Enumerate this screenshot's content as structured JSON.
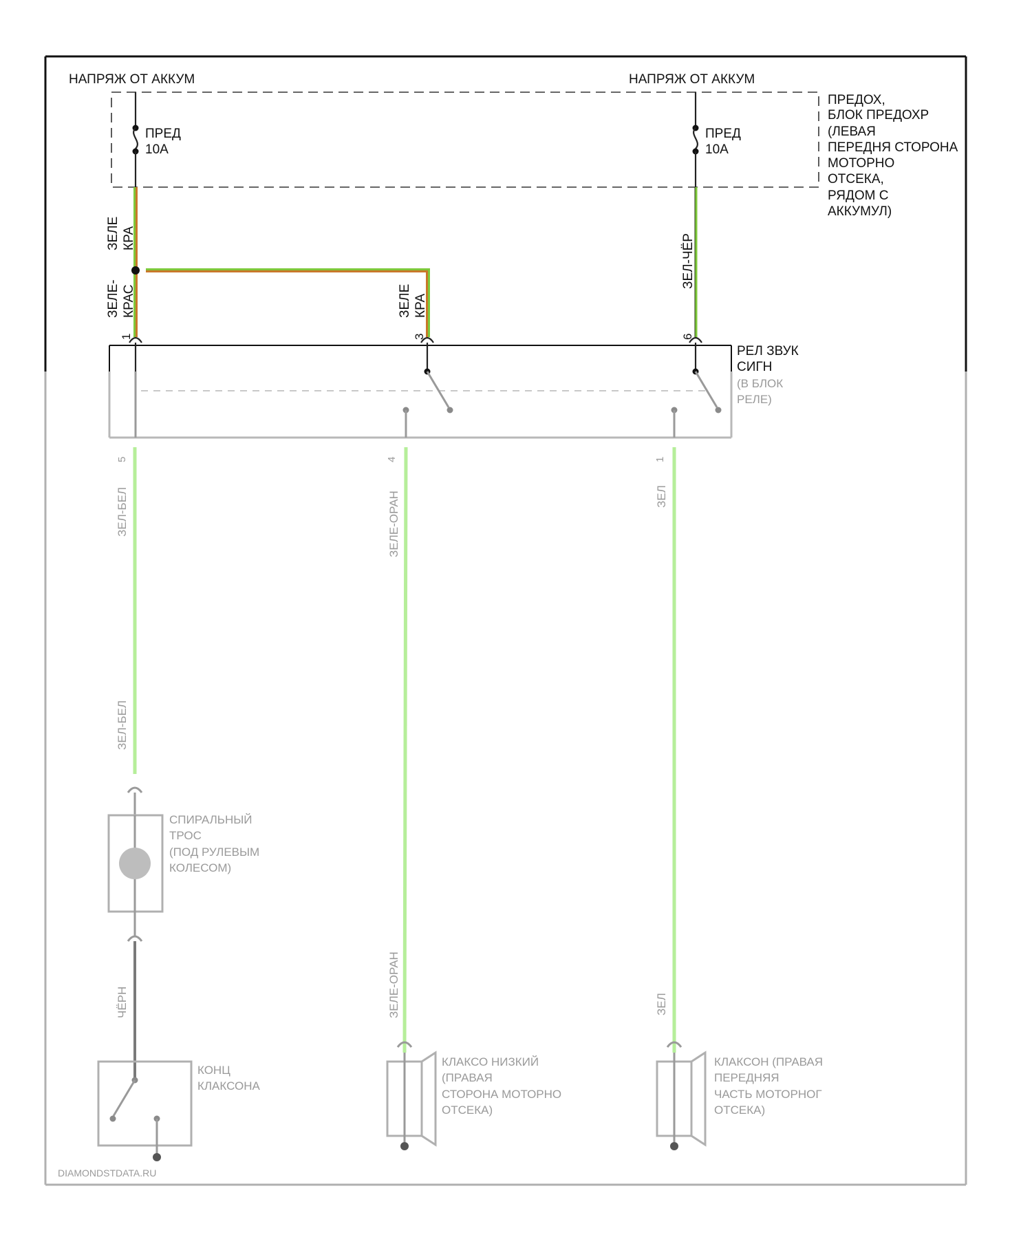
{
  "labels": {
    "battery_left": "НАПРЯЖ ОТ АККУМ",
    "battery_right": "НАПРЯЖ ОТ АККУМ",
    "fuse_left_name": "ПРЕД",
    "fuse_left_rating": "10A",
    "fuse_right_name": "ПРЕД",
    "fuse_right_rating": "10A",
    "fuse_block_lines": [
      "ПРЕДОХ,",
      "БЛОК ПРЕДОХР",
      "(ЛЕВАЯ",
      "ПЕРЕДНЯ СТОРОНА",
      "МОТОРНО",
      "ОТСЕКА,",
      "РЯДОМ С",
      "АККУМУЛ)"
    ],
    "wire_left_upper_l1": "ЗЕЛЕ",
    "wire_left_upper_l2": "КРА",
    "wire_left_lower_l1": "ЗЕЛЕ-",
    "wire_left_lower_l2": "КРАС",
    "wire_mid_l1": "ЗЕЛЕ",
    "wire_mid_l2": "КРА",
    "wire_right": "ЗЕЛ-ЧЁР",
    "pin_1": "1",
    "pin_3": "3",
    "pin_6": "6",
    "relay_l1": "РЕЛ ЗВУК",
    "relay_l2": "СИГН",
    "relay_faded_l1": "(В БЛОК",
    "relay_faded_l2": "РЕЛЕ)",
    "pin_bot_left": "5",
    "pin_bot_mid": "4",
    "pin_bot_right": "1",
    "wire_faded_left_1": "ЗЕЛ-БЕЛ",
    "wire_faded_left_2": "ЗЕЛ-БЕЛ",
    "wire_faded_left_3": "ЧЁРН",
    "wire_faded_mid_1": "ЗЕЛЕ-ОРАН",
    "wire_faded_mid_2": "ЗЕЛЕ-ОРАН",
    "wire_faded_right_1": "ЗЕЛ",
    "wire_faded_right_2": "ЗЕЛ",
    "clock_spring_lines": [
      "СПИРАЛЬНЫЙ",
      "ТРОС",
      "(ПОД РУЛЕВЫМ",
      "КОЛЕСОМ)"
    ],
    "horn_switch_lines": [
      "КОНЦ",
      "КЛАКСОНА"
    ],
    "horn_left_lines": [
      "КЛАКСО НИЗКИЙ",
      "(ПРАВАЯ",
      "СТОРОНА МОТОРНО",
      "ОТСЕКА)"
    ],
    "horn_right_lines": [
      "КЛАКСОН (ПРАВАЯ",
      "ПЕРЕДНЯЯ",
      "ЧАСТЬ МОТОРНОГ",
      "ОТСЕКА)"
    ],
    "watermark": "DIAMONDSTDATA.RU"
  },
  "colors": {
    "wire_green": "#7ec83a",
    "wire_red": "#c8782a",
    "wire_green_light": "#b6ee9a",
    "line_dark": "#111111",
    "line_faded": "#a8a8a8"
  }
}
